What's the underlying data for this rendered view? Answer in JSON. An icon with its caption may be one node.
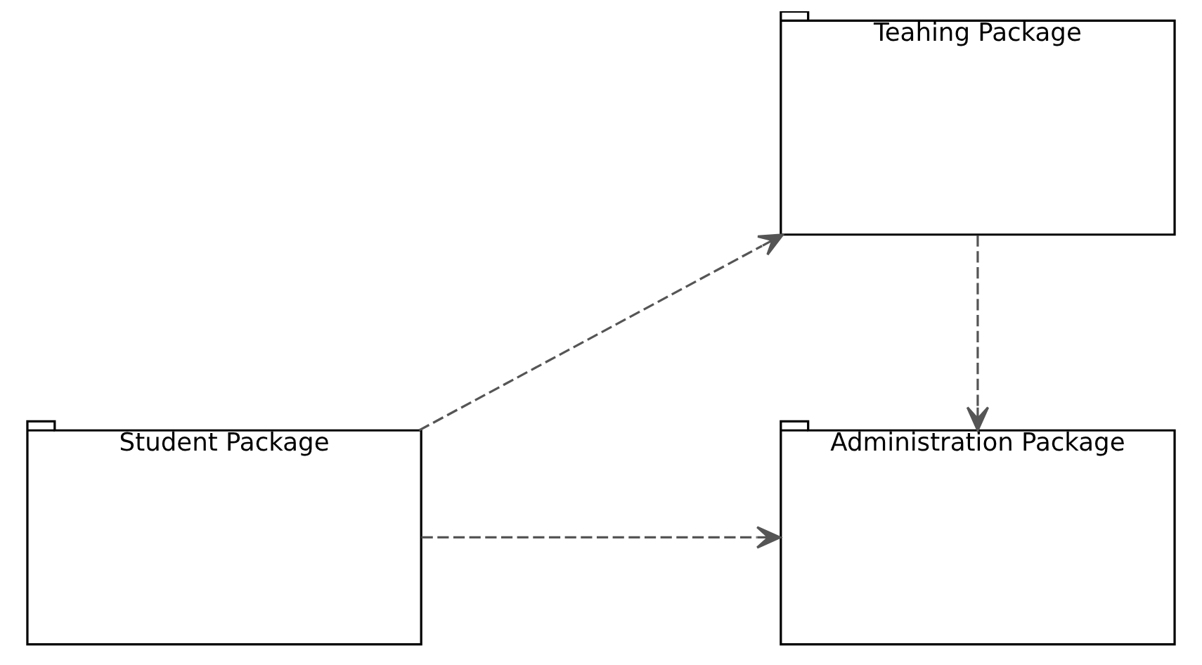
{
  "diagram": {
    "nodes": [
      {
        "text": [
          "Teahing Package"
        ]
      },
      {
        "text": [
          "Student Package"
        ]
      },
      {
        "text": [
          "Administration Package"
        ]
      }
    ],
    "edges": [
      {
        "from": 1,
        "to": 0,
        "arrow": "to",
        "style": "dashed"
      },
      {
        "from": 1,
        "to": 2,
        "arrow": "to",
        "style": "dashed"
      },
      {
        "from": 0,
        "to": 2,
        "arrow": "to",
        "style": "dashed"
      }
    ]
  }
}
